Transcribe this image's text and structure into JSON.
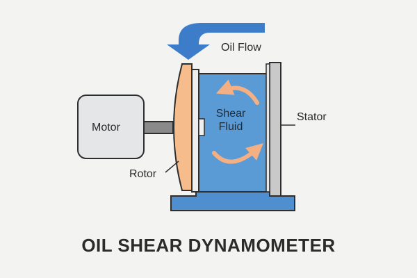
{
  "title": "OIL SHEAR DYNAMOMETER",
  "labels": {
    "motor": "Motor",
    "rotor": "Rotor",
    "stator": "Stator",
    "oil_flow": "Oil Flow",
    "shear": "Shear",
    "fluid": "Fluid"
  },
  "colors": {
    "background": "#f3f3f2",
    "motor_fill": "#e4e6e8",
    "outline": "#2e2e2e",
    "rotor_fill": "#f7bc8c",
    "fluid_fill": "#5b9bd5",
    "stator_fill": "#c9c9c9",
    "base_fill": "#4f8fd0",
    "oil_flow_arrow": "#3d7cc9",
    "circulation_arrows": "#f4b083"
  },
  "icons": {
    "oil_flow": "curved-arrow-down-icon",
    "circulation_top": "curved-arrow-icon",
    "circulation_bottom": "curved-arrow-icon"
  }
}
